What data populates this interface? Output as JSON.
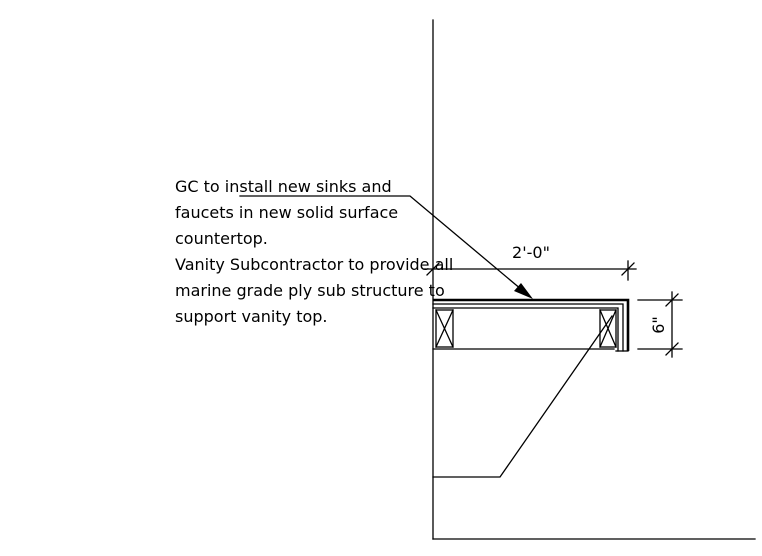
{
  "note": {
    "lines": [
      "GC to install new sinks and",
      "faucets in new solid surface",
      "countertop.",
      "Vanity Subcontractor to provide all",
      "marine grade ply sub structure to",
      "support vanity top."
    ]
  },
  "dimensions": {
    "width": "2'-0\"",
    "height": "6\""
  }
}
